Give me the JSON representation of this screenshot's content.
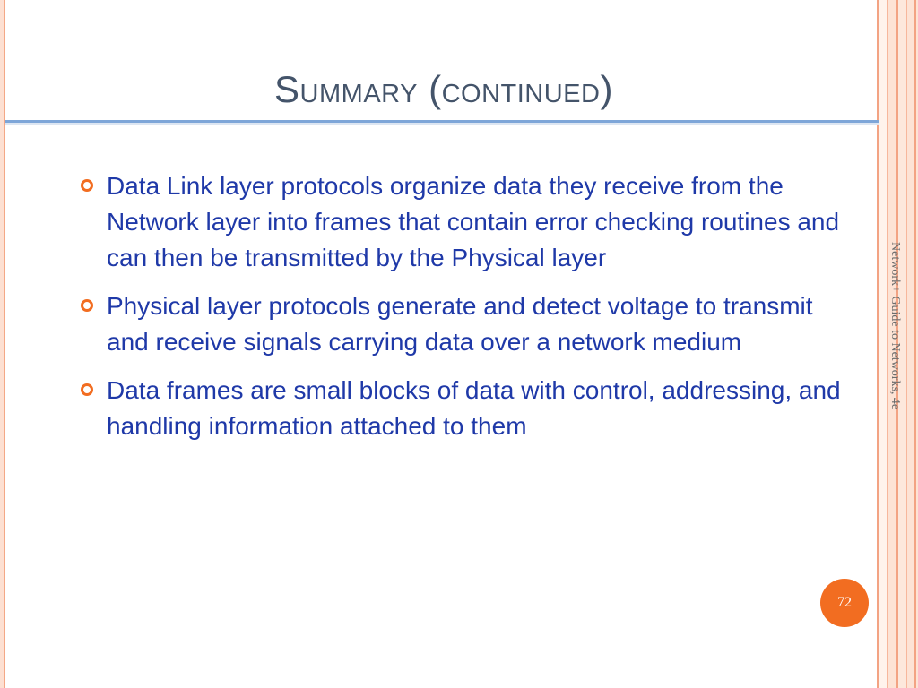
{
  "slide": {
    "title": "Summary (continued)",
    "bullets": [
      "Data Link layer protocols organize data they receive from the Network layer into frames that contain error checking routines and can then be transmitted by the Physical layer",
      "Physical layer protocols generate and detect voltage to transmit and receive signals carrying data over a network medium",
      "Data frames are small blocks of data with control, addressing, and handling information attached to them"
    ],
    "side_text": "Network+ Guide to Networks, 4e",
    "page_number": "72"
  },
  "colors": {
    "title": "#44546a",
    "body_text": "#1f39a8",
    "accent_orange": "#f26d21",
    "title_rule": "#7ea6d8",
    "stripe_bg": "#fde3d5"
  },
  "icons": {
    "bullet": "hollow-circle-bullet-icon"
  }
}
